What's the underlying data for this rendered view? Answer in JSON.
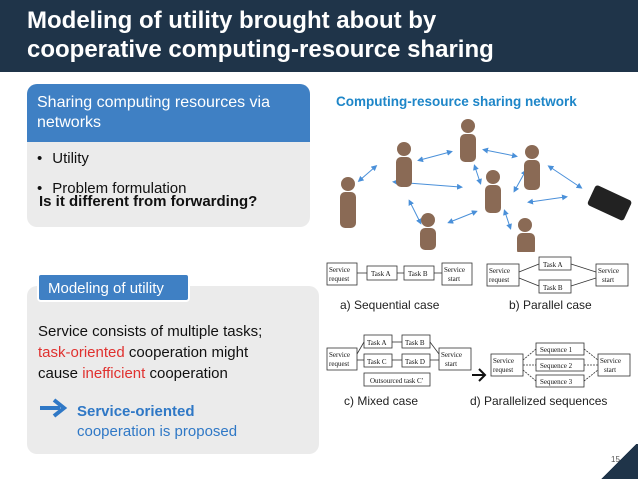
{
  "slide": {
    "title_line1": "Modeling of utility brought about by",
    "title_line2": "cooperative computing-resource sharing",
    "page_number": "15"
  },
  "left_top": {
    "header": "Sharing computing resources via networks",
    "bullets": [
      "Utility",
      "Problem formulation"
    ],
    "question": "Is it different from forwarding?"
  },
  "left_bottom": {
    "header": "Modeling of utility",
    "text1": "Service consists of multiple tasks;",
    "text2_red": "task-oriented",
    "text2_rest": " cooperation might",
    "text3_start": "cause ",
    "text3_red": "inefficient",
    "text3_end": " cooperation",
    "conclusion_bold": "Service-oriented",
    "conclusion_rest": "cooperation is proposed"
  },
  "network": {
    "title": "Computing-resource sharing network"
  },
  "figures": {
    "a_caption": "a) Sequential case",
    "b_caption": "b) Parallel case",
    "c_caption": "c) Mixed case",
    "d_caption": "d) Parallelized sequences",
    "service_request": "Service request",
    "service_start": "Service start",
    "task_a": "Task A",
    "task_b": "Task B",
    "task_c": "Task C",
    "task_d": "Task D",
    "outsourced": "Outsourced task C'",
    "seq1": "Sequence 1",
    "seq2": "Sequence 2",
    "seq3": "Sequence 3"
  },
  "colors": {
    "title_bg": "#1f3449",
    "header_bg": "#3f80c4",
    "panel_bg": "#ebebeb",
    "highlight_red": "#e0312f",
    "accent_blue": "#2f78c6",
    "network_arrow": "#4a90d9"
  }
}
